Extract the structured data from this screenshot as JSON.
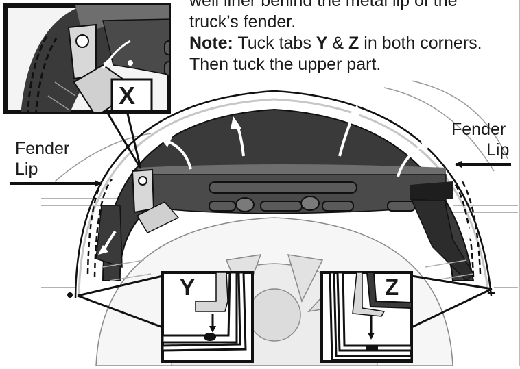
{
  "instructions": {
    "line1": "well liner behind the metal lip of the",
    "line2": "truck’s fender.",
    "note_label": "Note:",
    "note_text_1": " Tuck tabs ",
    "tab_y": "Y",
    "note_amp": " & ",
    "tab_z": "Z",
    "note_text_2": " in both corners.",
    "line4": "Then tuck the upper part."
  },
  "labels": {
    "left_fender": "Fender",
    "left_lip": "Lip",
    "right_fender": "Fender",
    "right_lip": "Lip"
  },
  "insets": {
    "x_label": "X",
    "y_label": "Y",
    "z_label": "Z"
  },
  "colors": {
    "liner_dark": "#3a3a3a",
    "liner_mid": "#6e6e6e",
    "body_light": "#bdbdbd",
    "outline": "#111111",
    "arrow_white": "#ffffff"
  }
}
